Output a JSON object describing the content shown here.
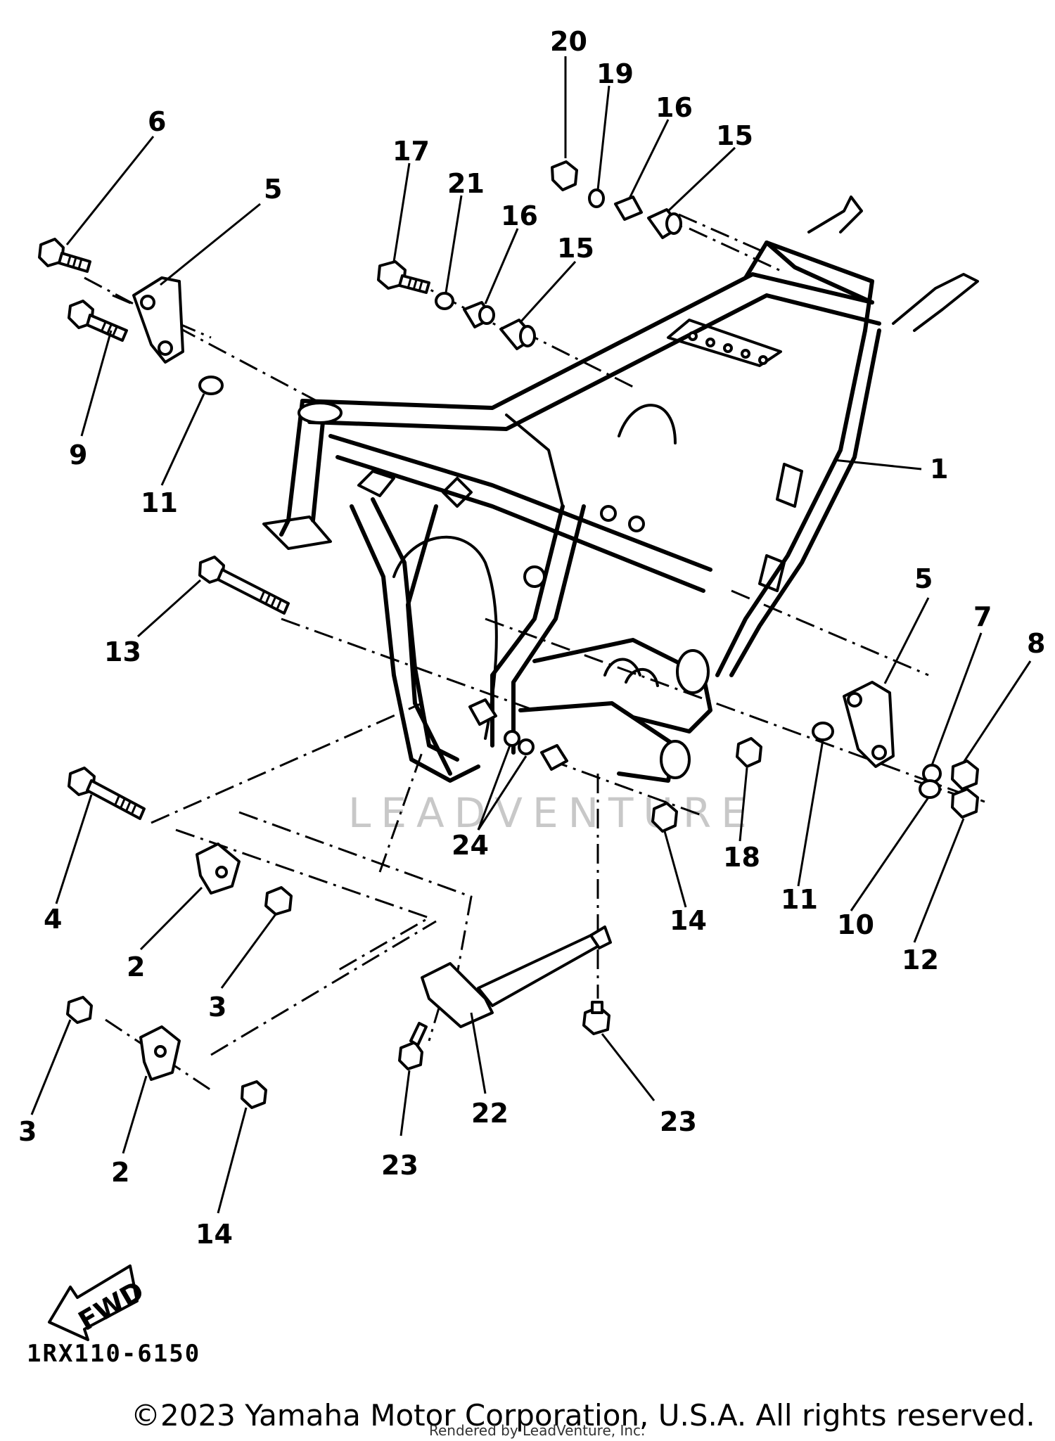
{
  "diagram": {
    "reference_code": "1RX110-6150",
    "watermark": "LEADVENTURE",
    "fwd_label": "FWD",
    "callouts": [
      {
        "label": "20"
      },
      {
        "label": "19"
      },
      {
        "label": "16"
      },
      {
        "label": "15"
      },
      {
        "label": "17"
      },
      {
        "label": "21"
      },
      {
        "label": "16"
      },
      {
        "label": "15"
      },
      {
        "label": "6"
      },
      {
        "label": "5"
      },
      {
        "label": "9"
      },
      {
        "label": "11"
      },
      {
        "label": "1"
      },
      {
        "label": "13"
      },
      {
        "label": "5"
      },
      {
        "label": "7"
      },
      {
        "label": "8"
      },
      {
        "label": "24"
      },
      {
        "label": "18"
      },
      {
        "label": "11"
      },
      {
        "label": "10"
      },
      {
        "label": "12"
      },
      {
        "label": "14"
      },
      {
        "label": "4"
      },
      {
        "label": "2"
      },
      {
        "label": "3"
      },
      {
        "label": "3"
      },
      {
        "label": "2"
      },
      {
        "label": "14"
      },
      {
        "label": "22"
      },
      {
        "label": "23"
      },
      {
        "label": "23"
      }
    ]
  },
  "footer": {
    "copyright": "©2023 Yamaha Motor Corporation, U.S.A. All rights reserved.",
    "rendered_by": "Rendered by LeadVenture, Inc."
  }
}
